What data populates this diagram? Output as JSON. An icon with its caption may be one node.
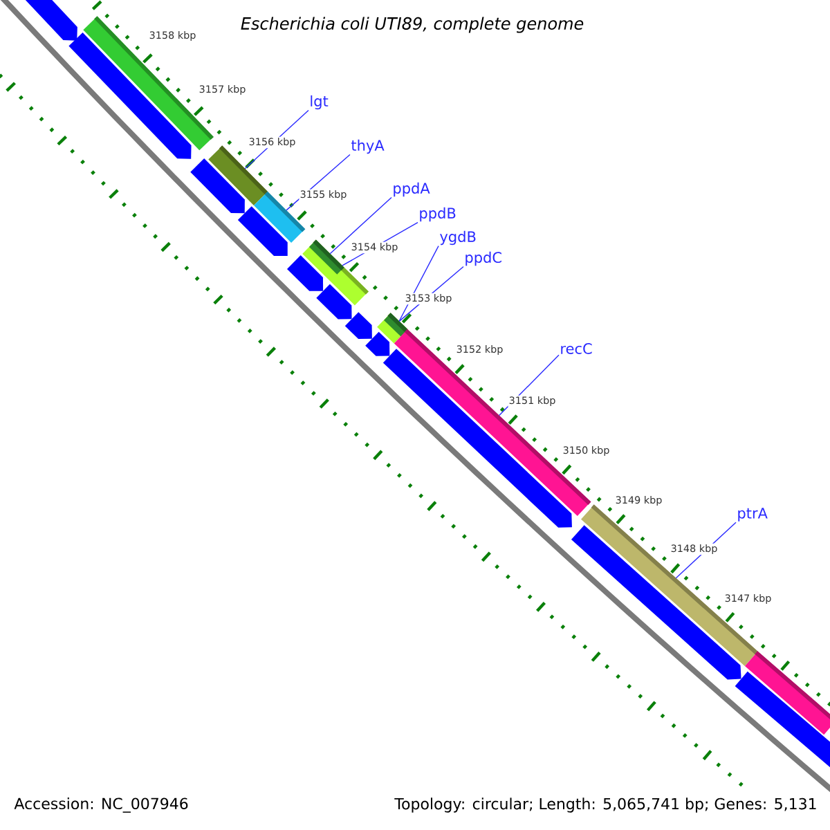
{
  "diagram": {
    "title": "Escherichia coli UTI89, complete genome",
    "nodes": [
      {
        "text": [
          "lgt"
        ]
      },
      {
        "text": [
          "thyA"
        ]
      },
      {
        "text": [
          "ppdA"
        ]
      },
      {
        "text": [
          "ppdB"
        ]
      },
      {
        "text": [
          "ygdB"
        ]
      },
      {
        "text": [
          "ppdC"
        ]
      },
      {
        "text": [
          "recC"
        ]
      },
      {
        "text": [
          "ptrA"
        ]
      },
      {
        "text": [],
        "shape": "bar"
      },
      {
        "text": [],
        "shape": "bar"
      },
      {
        "text": [],
        "shape": "bar"
      },
      {
        "text": [],
        "shape": "bar"
      },
      {
        "text": [],
        "shape": "bar",
        "in": 11
      },
      {
        "text": [],
        "shape": "bar"
      },
      {
        "text": [],
        "shape": "bar",
        "in": 13
      },
      {
        "text": [],
        "shape": "bar"
      },
      {
        "text": [],
        "shape": "bar"
      },
      {
        "text": [],
        "shape": "bar"
      },
      {
        "text": [],
        "shape": "arrow"
      },
      {
        "text": [],
        "shape": "arrow"
      },
      {
        "text": [],
        "shape": "arrow"
      },
      {
        "text": [],
        "shape": "arrow"
      },
      {
        "text": [],
        "shape": "arrow"
      },
      {
        "text": [],
        "shape": "arrow"
      },
      {
        "text": [],
        "shape": "arrow"
      },
      {
        "text": [],
        "shape": "arrow"
      },
      {
        "text": [],
        "shape": "arrow"
      },
      {
        "text": [],
        "shape": "arrow"
      },
      {
        "text": [],
        "shape": "arrow"
      }
    ],
    "edges": [
      {
        "from": 0,
        "to": 9,
        "arrow": "none"
      },
      {
        "from": 1,
        "to": 10,
        "arrow": "none"
      },
      {
        "from": 2,
        "to": 12,
        "arrow": "none"
      },
      {
        "from": 3,
        "to": 11,
        "arrow": "none"
      },
      {
        "from": 4,
        "to": 13,
        "arrow": "none"
      },
      {
        "from": 5,
        "to": 14,
        "arrow": "none"
      },
      {
        "from": 6,
        "to": 15,
        "arrow": "none"
      },
      {
        "from": 7,
        "to": 16,
        "arrow": "none"
      }
    ],
    "labels": [
      "3158 kbp",
      "3157 kbp",
      "3156 kbp",
      "3155 kbp",
      "3154 kbp",
      "3153 kbp",
      "3152 kbp",
      "3151 kbp",
      "3150 kbp",
      "3149 kbp",
      "3148 kbp",
      "3147 kbp",
      "Accession: NC_007946",
      "Topology: circular; Length: 5,065,741 bp; Genes: 5,131"
    ]
  }
}
